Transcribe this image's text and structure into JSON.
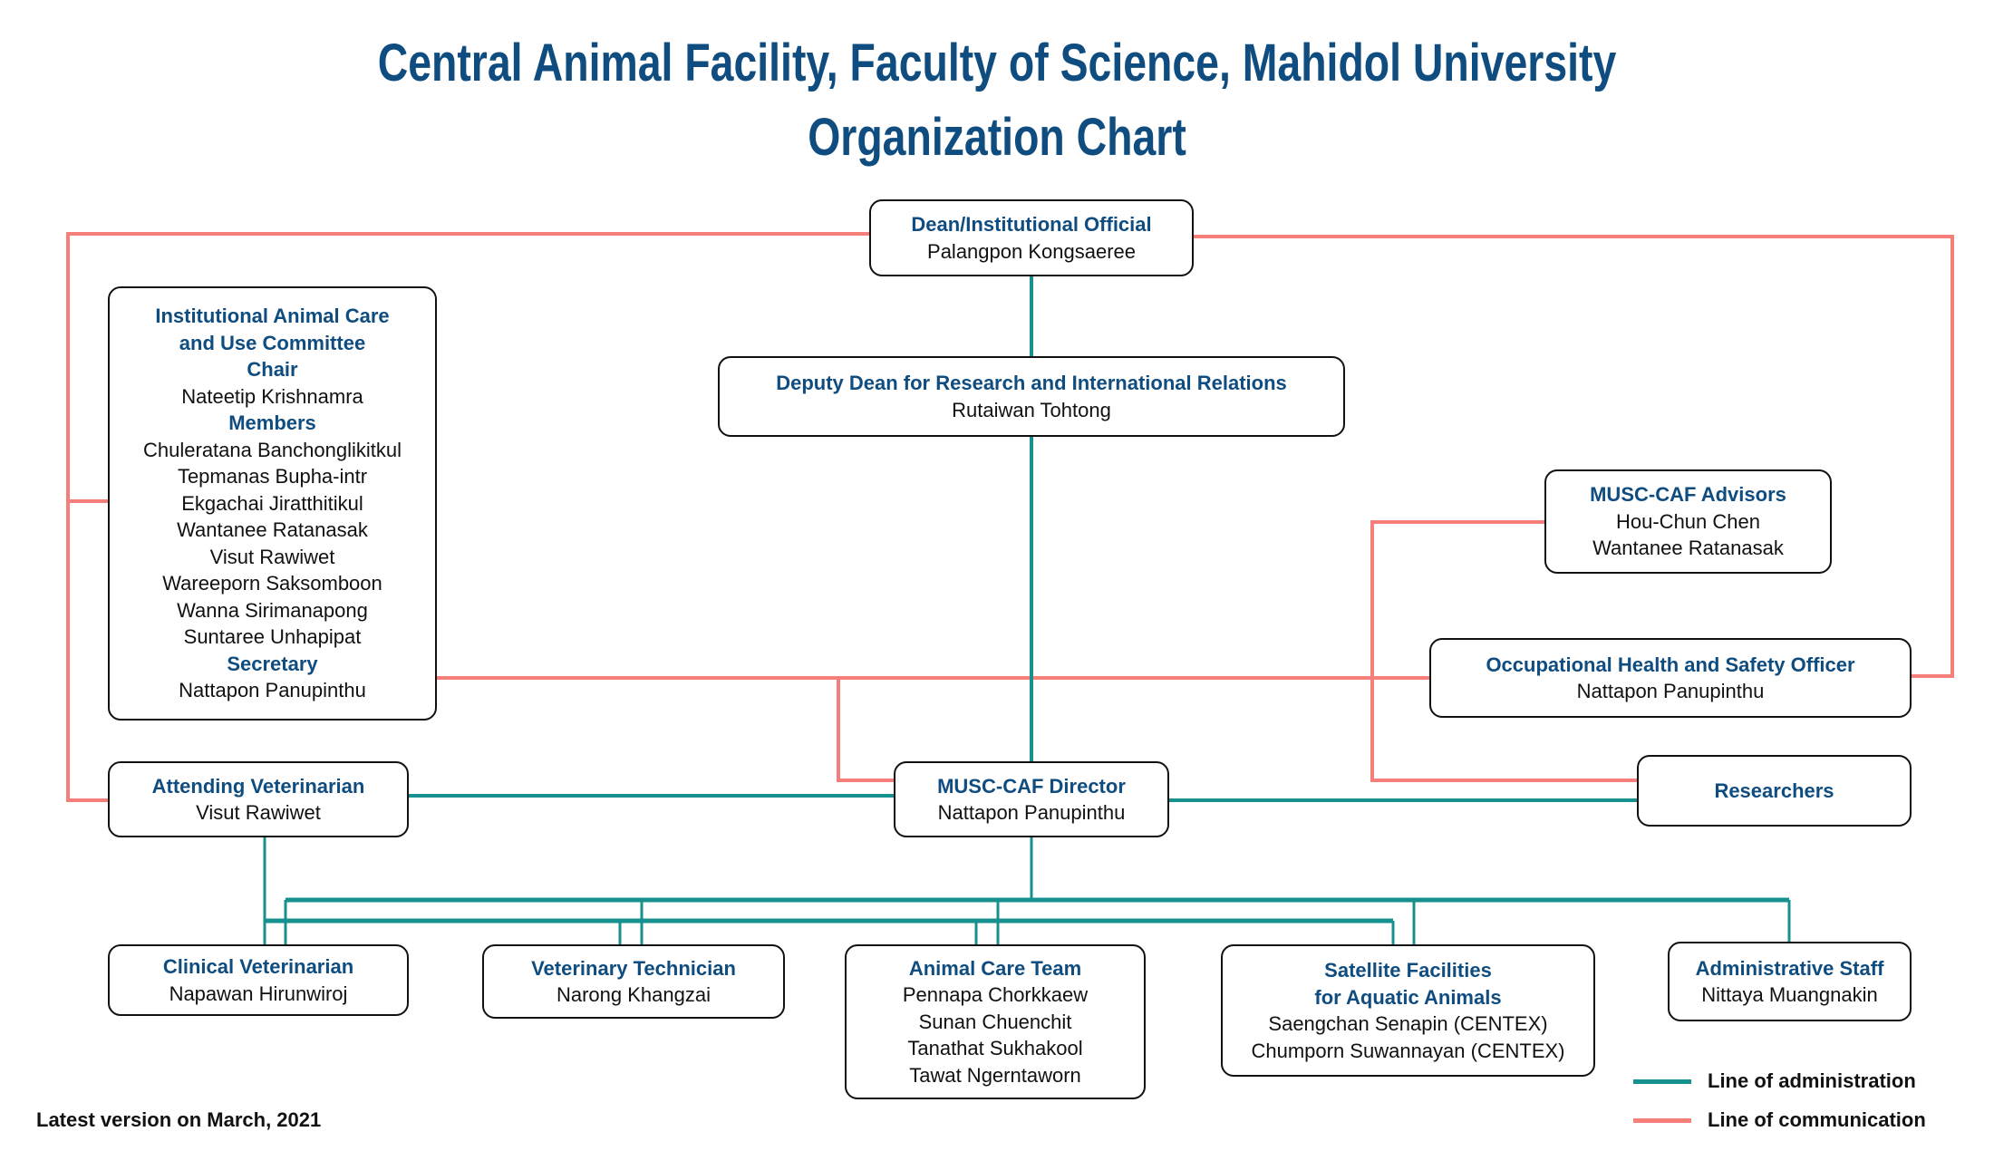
{
  "title": {
    "line1": "Central Animal Facility, Faculty of Science, Mahidol University",
    "line2": "Organization Chart"
  },
  "colors": {
    "title": "#0f4c7f",
    "administration": "#17918d",
    "communication": "#f77f79"
  },
  "nodes": {
    "dean": {
      "role": "Dean/Institutional Official",
      "names": [
        "Palangpon Kongsaeree"
      ]
    },
    "deputy": {
      "role": "Deputy Dean for Research and International Relations",
      "names": [
        "Rutaiwan Tohtong"
      ]
    },
    "iacuc": {
      "role_line1": "Institutional Animal Care",
      "role_line2": "and Use Committee",
      "chair_label": "Chair",
      "chair": "Nateetip Krishnamra",
      "members_label": "Members",
      "members": [
        "Chuleratana Banchonglikitkul",
        "Tepmanas Bupha-intr",
        "Ekgachai Jiratthitikul",
        "Wantanee Ratanasak",
        "Visut Rawiwet",
        "Wareeporn Saksomboon",
        "Wanna Sirimanapong",
        "Suntaree Unhapipat"
      ],
      "secretary_label": "Secretary",
      "secretary": "Nattapon Panupinthu"
    },
    "advisors": {
      "role": "MUSC-CAF Advisors",
      "names": [
        "Hou-Chun Chen",
        "Wantanee Ratanasak"
      ]
    },
    "ohs": {
      "role": "Occupational Health and Safety Officer",
      "names": [
        "Nattapon Panupinthu"
      ]
    },
    "attending": {
      "role": "Attending Veterinarian",
      "names": [
        "Visut Rawiwet"
      ]
    },
    "director": {
      "role": "MUSC-CAF Director",
      "names": [
        "Nattapon Panupinthu"
      ]
    },
    "researchers": {
      "role": "Researchers"
    },
    "clinical": {
      "role": "Clinical Veterinarian",
      "names": [
        "Napawan Hirunwiroj"
      ]
    },
    "vettech": {
      "role": "Veterinary Technician",
      "names": [
        "Narong Khangzai"
      ]
    },
    "animalcare": {
      "role": "Animal Care Team",
      "names": [
        "Pennapa Chorkkaew",
        "Sunan Chuenchit",
        "Tanathat Sukhakool",
        "Tawat Ngerntaworn"
      ]
    },
    "satellite": {
      "role_line1": "Satellite Facilities",
      "role_line2": "for Aquatic Animals",
      "names": [
        "Saengchan Senapin (CENTEX)",
        "Chumporn Suwannayan (CENTEX)"
      ]
    },
    "admin": {
      "role": "Administrative Staff",
      "names": [
        "Nittaya Muangnakin"
      ]
    }
  },
  "legend": {
    "administration": "Line of administration",
    "communication": "Line of communication"
  },
  "footer": "Latest version on March, 2021"
}
